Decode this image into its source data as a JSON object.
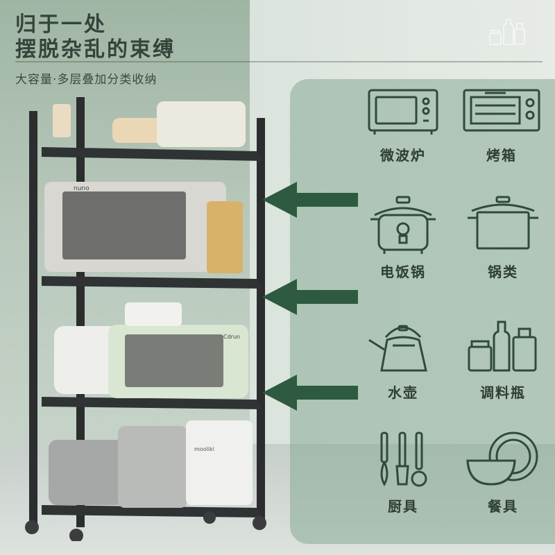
{
  "headline": {
    "line1": "归于一处",
    "line2": "摆脱杂乱的束缚",
    "subtitle": "大容量·多层叠加分类收纳"
  },
  "categories": [
    {
      "label": "微波炉",
      "icon": "microwave-icon"
    },
    {
      "label": "烤箱",
      "icon": "oven-icon"
    },
    {
      "label": "电饭锅",
      "icon": "rice-cooker-icon"
    },
    {
      "label": "锅类",
      "icon": "pot-icon"
    },
    {
      "label": "水壶",
      "icon": "kettle-icon"
    },
    {
      "label": "调料瓶",
      "icon": "condiment-bottles-icon"
    },
    {
      "label": "厨具",
      "icon": "utensils-icon"
    },
    {
      "label": "餐具",
      "icon": "tableware-icon"
    }
  ],
  "product_labels": {
    "oven_top_brand": "nuno",
    "oven_mid_brand": "Cdrun",
    "box_brand": "mooliki"
  },
  "colors": {
    "icon_stroke": "#2f4a3a",
    "arrow": "#2e5a3f",
    "panel": "#87aa96",
    "title": "#34443a"
  }
}
